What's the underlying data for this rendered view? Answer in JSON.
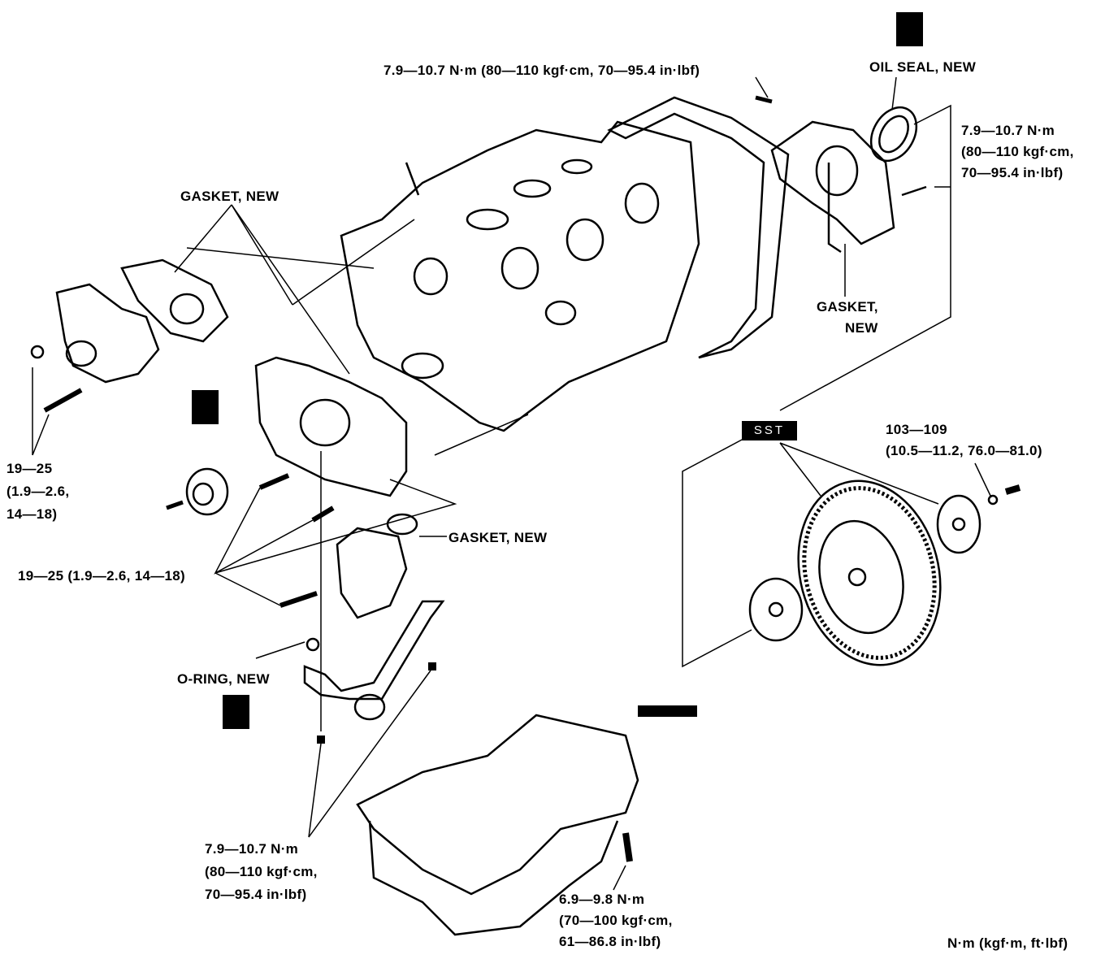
{
  "labels": {
    "top_torque": "7.9—10.7 N·m (80—110 kgf·cm, 70—95.4 in·lbf)",
    "oil_seal": "OIL SEAL, NEW",
    "right_torque": [
      "7.9—10.7 N·m",
      "(80—110 kgf·cm,",
      "70—95.4 in·lbf)"
    ],
    "gasket_top_left": "GASKET, NEW",
    "gasket_right": [
      "GASKET,",
      "NEW"
    ],
    "sst": "SST",
    "flywheel_torque": [
      "103—109",
      "(10.5—11.2, 76.0—81.0)"
    ],
    "water_pump_torque": [
      "19—25",
      "(1.9—2.6,",
      "14—18)"
    ],
    "gasket_mid": "GASKET, NEW",
    "oil_pump_torque": "19—25 (1.9—2.6, 14—18)",
    "o_ring": "O-RING, NEW",
    "strainer_torque": [
      "7.9—10.7 N·m",
      "(80—110 kgf·cm,",
      "70—95.4 in·lbf)"
    ],
    "oil_pan_torque": [
      "6.9—9.8 N·m",
      "(70—100 kgf·cm,",
      "61—86.8 in·lbf)"
    ],
    "units_legend": "N·m (kgf·m, ft·lbf)"
  },
  "icons": [
    "grease-can-icon",
    "sealant-tube-icon"
  ]
}
